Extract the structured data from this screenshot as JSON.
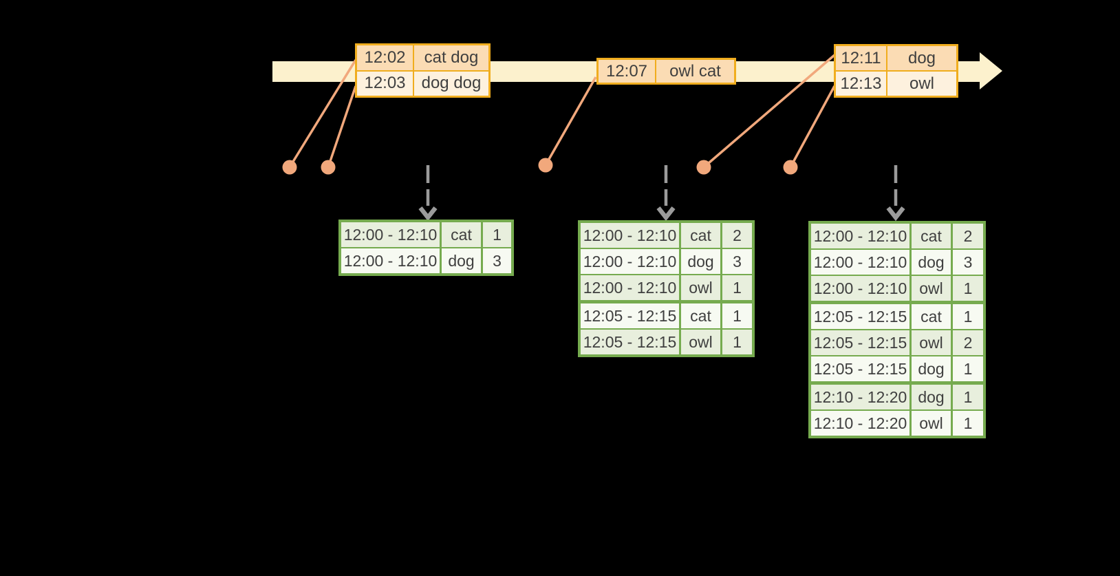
{
  "colors": {
    "timeline_fill": "#FCF1CD",
    "event_table_border": "#F0AD1E",
    "event_row_peach": "#FBDCB4",
    "event_row_cream": "#FDF1DE",
    "connector_salmon": "#F1A87C",
    "result_table_border": "#76AB4F",
    "result_row_green": "#E8EFDD",
    "result_row_white": "#F7FAF2",
    "trigger_arrow_gray": "#9B9B9B",
    "text_color": "#3F3F3F",
    "background": "#000000"
  },
  "event_tables": [
    {
      "rows": [
        {
          "time": "12:02",
          "words": "cat dog"
        },
        {
          "time": "12:03",
          "words": "dog dog"
        }
      ]
    },
    {
      "rows": [
        {
          "time": "12:07",
          "words": "owl cat"
        }
      ]
    },
    {
      "rows": [
        {
          "time": "12:11",
          "words": "dog"
        },
        {
          "time": "12:13",
          "words": "owl"
        }
      ]
    }
  ],
  "result_tables": [
    {
      "groups": [
        {
          "window": "12:00 - 12:10",
          "rows": [
            {
              "word": "cat",
              "count": "1"
            },
            {
              "word": "dog",
              "count": "3"
            }
          ]
        }
      ]
    },
    {
      "groups": [
        {
          "window": "12:00 - 12:10",
          "rows": [
            {
              "word": "cat",
              "count": "2"
            },
            {
              "word": "dog",
              "count": "3"
            },
            {
              "word": "owl",
              "count": "1"
            }
          ]
        },
        {
          "window": "12:05 - 12:15",
          "rows": [
            {
              "word": "cat",
              "count": "1"
            },
            {
              "word": "owl",
              "count": "1"
            }
          ]
        }
      ]
    },
    {
      "groups": [
        {
          "window": "12:00 - 12:10",
          "rows": [
            {
              "word": "cat",
              "count": "2"
            },
            {
              "word": "dog",
              "count": "3"
            },
            {
              "word": "owl",
              "count": "1"
            }
          ]
        },
        {
          "window": "12:05 - 12:15",
          "rows": [
            {
              "word": "cat",
              "count": "1"
            },
            {
              "word": "owl",
              "count": "2"
            },
            {
              "word": "dog",
              "count": "1"
            }
          ]
        },
        {
          "window": "12:10 - 12:20",
          "rows": [
            {
              "word": "dog",
              "count": "1"
            },
            {
              "word": "owl",
              "count": "1"
            }
          ]
        }
      ]
    }
  ]
}
